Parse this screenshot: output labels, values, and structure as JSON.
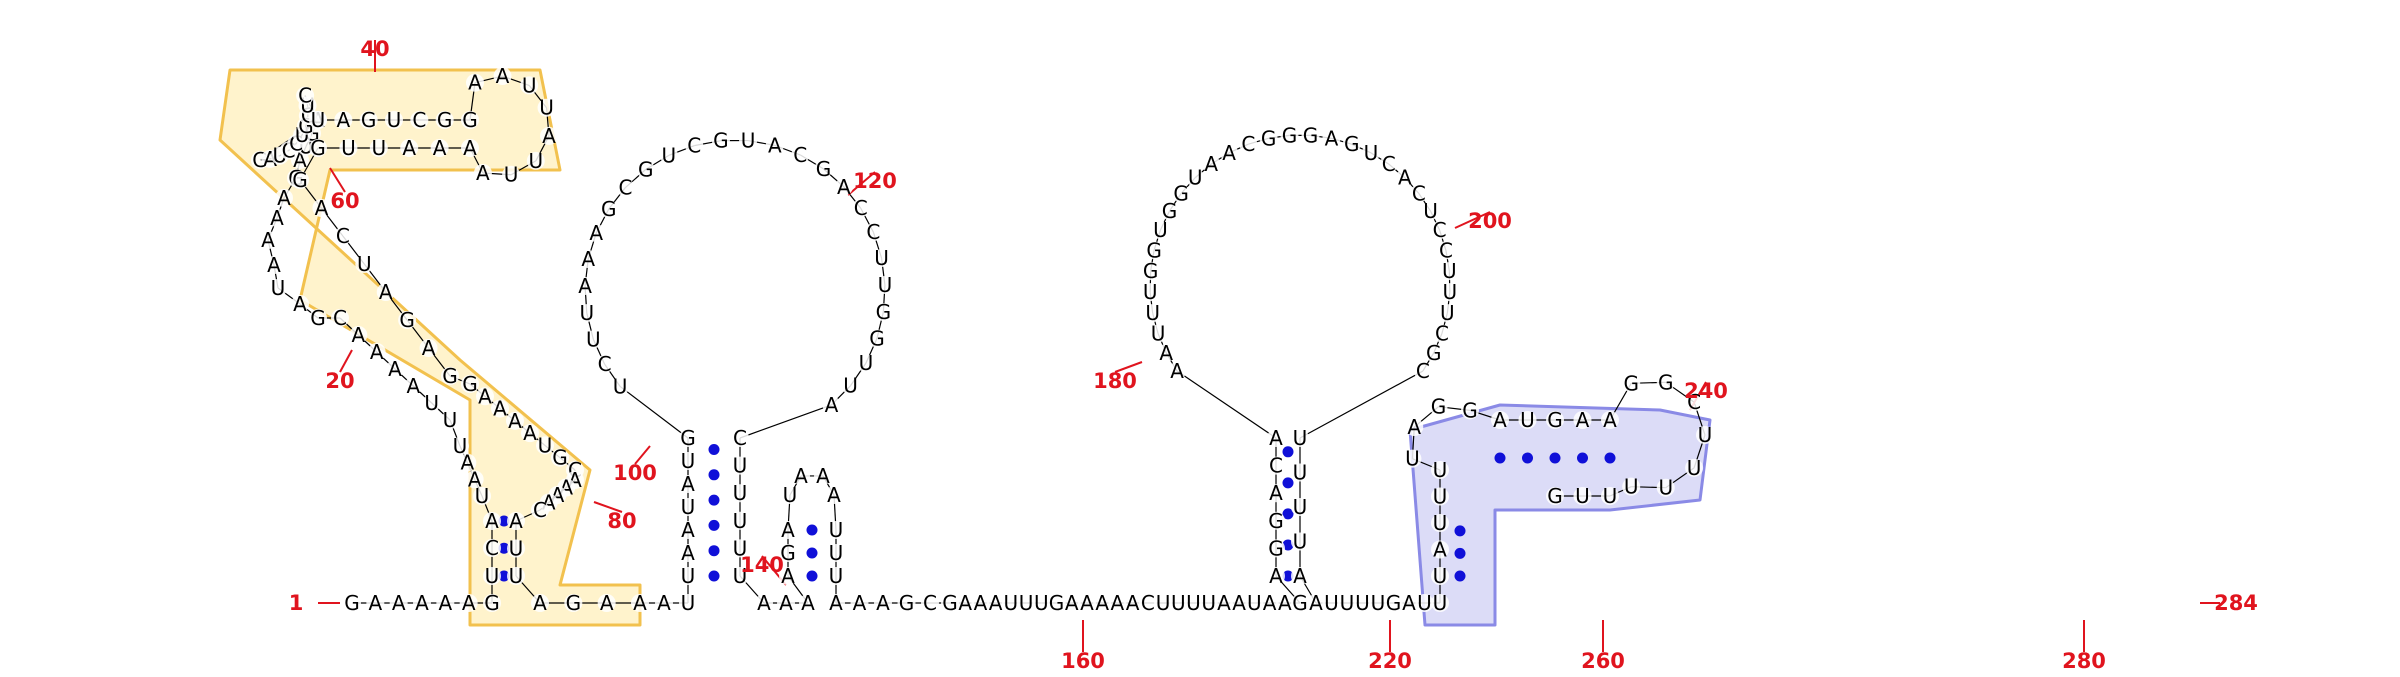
{
  "colors": {
    "base_pair": "#1010d8",
    "backbone": "#000000",
    "position_label": "#e0141e",
    "highlight_yellow_fill": "#fff3cc",
    "highlight_yellow_stroke": "#f2c14e",
    "highlight_yellow_strong": "#ffd24d",
    "highlight_blue_fill": "#dcdcf7",
    "highlight_blue_stroke": "#8a8ae6",
    "highlight_blue_strong": "#9b9bf0"
  },
  "start_label": "1",
  "end_label": "284",
  "sequence": "GAAAAAGUCAUAAUUUAAAACGAUAAAAGAUGAGAUCCUGCUCUAGUCGGAAUUAUUAAAAUUGGACUAGAGGAAAAUGCAAAACAUUAGAAAUUAAUAUGUCUUAAAGCGUCGUACGACCUUGGUUACUUUUUAAAAGAUAAAUUUAAAGCGAAAUUUGAAAAACUUUUAAUAAGAGGACAAAUUUGGUGGUAACGGGAGUCACUCCUUUCGCUUUUAAUUUUGAUUUAUUUUAGGAUGAAGGCUUUUUUG",
  "position_labels": [
    "20",
    "40",
    "60",
    "80",
    "100",
    "120",
    "140",
    "160",
    "180",
    "200",
    "220",
    "240",
    "260",
    "280"
  ]
}
